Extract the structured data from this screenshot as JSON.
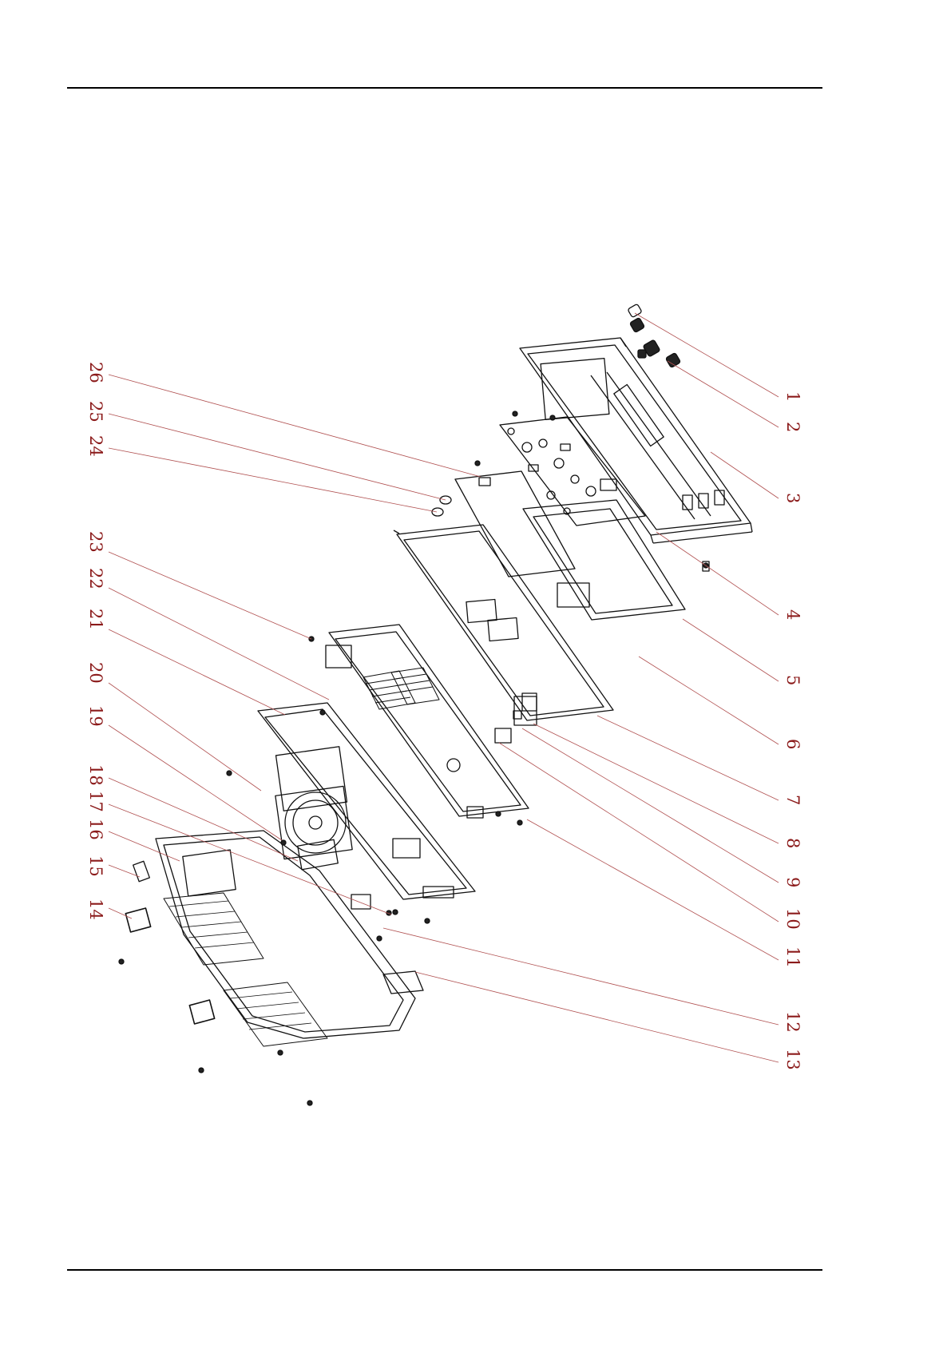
{
  "colors": {
    "callout": "#8b1a1a",
    "leader": "#b05050",
    "line": "#111111"
  },
  "callouts": {
    "n1": "1",
    "n2": "2",
    "n3": "3",
    "n4": "4",
    "n5": "5",
    "n6": "6",
    "n7": "7",
    "n8": "8",
    "n9": "9",
    "n10": "10",
    "n11": "11",
    "n12": "12",
    "n13": "13",
    "n14": "14",
    "n15": "15",
    "n16": "16",
    "n17": "17",
    "n18": "18",
    "n19": "19",
    "n20": "20",
    "n21": "21",
    "n22": "22",
    "n23": "23",
    "n24": "24",
    "n25": "25",
    "n26": "26"
  }
}
